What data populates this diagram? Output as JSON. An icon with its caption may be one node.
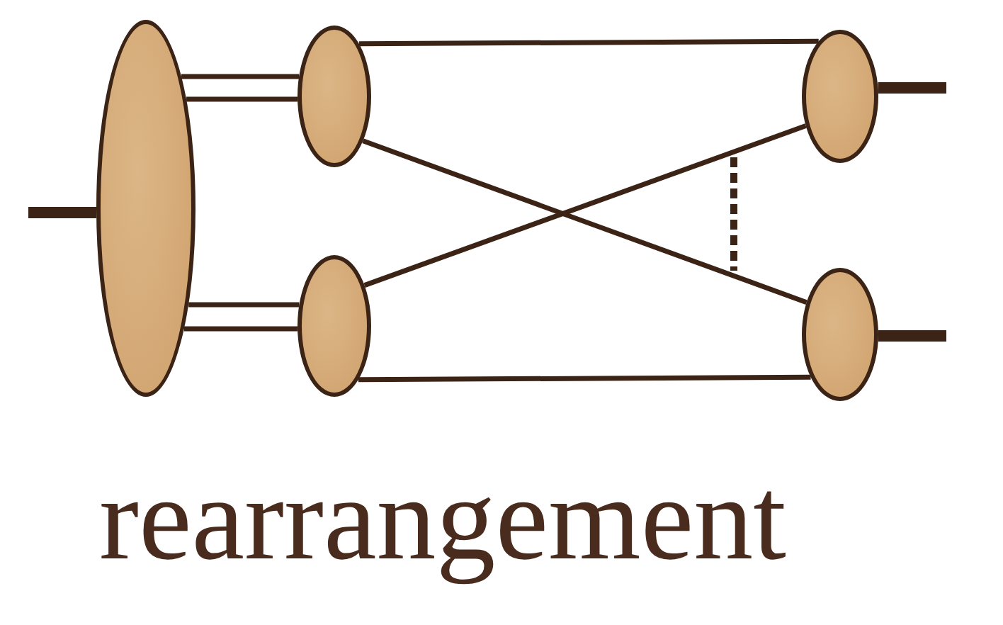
{
  "diagram": {
    "nodes": [
      {
        "text": [],
        "shape": "ellipse"
      },
      {
        "text": [],
        "shape": "ellipse"
      },
      {
        "text": [],
        "shape": "ellipse"
      },
      {
        "text": [],
        "shape": "ellipse"
      },
      {
        "text": [],
        "shape": "ellipse"
      }
    ],
    "edges": [
      {
        "from": null,
        "to": 0,
        "arrow": "none",
        "style": "thick"
      },
      {
        "from": 0,
        "to": 1,
        "arrow": "none"
      },
      {
        "from": 0,
        "to": 1,
        "arrow": "none"
      },
      {
        "from": 0,
        "to": 2,
        "arrow": "none"
      },
      {
        "from": 0,
        "to": 2,
        "arrow": "none"
      },
      {
        "from": 1,
        "to": 3,
        "arrow": "none"
      },
      {
        "from": 1,
        "to": 4,
        "arrow": "none"
      },
      {
        "from": 2,
        "to": 3,
        "arrow": "none"
      },
      {
        "from": 2,
        "to": 4,
        "arrow": "none"
      },
      {
        "from": 3,
        "to": null,
        "arrow": "none",
        "style": "thick"
      },
      {
        "from": 4,
        "to": null,
        "arrow": "none",
        "style": "thick"
      }
    ],
    "labels": [
      "rearrangement"
    ]
  }
}
